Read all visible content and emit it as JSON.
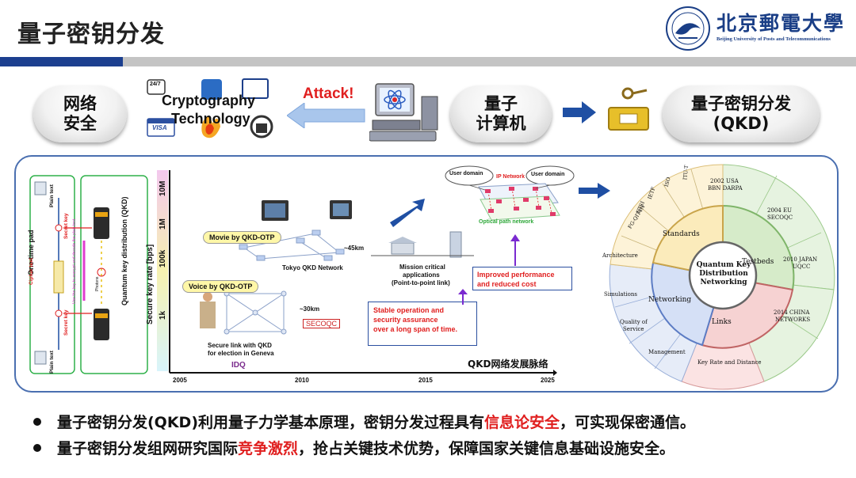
{
  "header": {
    "title": "量子密钥分发",
    "logo_name": "北京郵電大學",
    "logo_subtitle": "Beijing University of Posts and Telecommunications"
  },
  "top_row": {
    "pill_network_security": "网络\n安全",
    "crypto_label_1": "Cryptography",
    "crypto_label_2": "Technology",
    "crypto_badge": "24/7",
    "visa_label": "VISA",
    "attack_label": "Attack!",
    "pill_quantum_computer": "量子\n计算机",
    "pill_qkd": "量子密钥分发\n(QKD)"
  },
  "left_diagram": {
    "one_time_pad": "One-time pad",
    "qkd_label": "Quantum key distribution (QKD)",
    "plain_text_top": "Plain text",
    "plain_text_bottom": "Plain text",
    "cipher_text": "Cipher text",
    "secret_key_top": "Secret key",
    "secret_key_bottom": "Secret key",
    "use_key_note": "Use the key to encrypt and decode the plain text.",
    "photons": "Photons"
  },
  "timeline": {
    "ylabel": "Secure key rate [bps]",
    "y_ticks": [
      "1k",
      "100k",
      "1M",
      "10M"
    ],
    "x_ticks": [
      "2005",
      "2010",
      "2015",
      "2025"
    ],
    "caption": "QKD网络发展脉络",
    "movie": "Movie by QKD-OTP",
    "voice": "Voice by QKD-OTP",
    "tokyo": "Tokyo QKD Network",
    "dist_45": "~45km",
    "dist_30": "~30km",
    "secoqc": "SECOQC",
    "geneva_1": "Secure link with QKD",
    "geneva_2": "for election in Geneva",
    "idq": "IDQ",
    "mission_1": "Mission critical",
    "mission_2": "applications",
    "mission_3": "(Point-to-point link)",
    "stable_1": "Stable operation and",
    "stable_2": "security assurance",
    "stable_3": "over a long span of time.",
    "improved_1": "Improved performance",
    "improved_2": "and reduced cost",
    "user_domain_left": "User domain",
    "user_domain_right": "User domain",
    "ip_network": "IP Network",
    "optical_network": "Optical path network"
  },
  "wheel": {
    "center_1": "Quantum Key",
    "center_2": "Distribution",
    "center_3": "Networking",
    "inner": [
      "Standards",
      "Testbeds",
      "Links",
      "Networking"
    ],
    "outer_standards": [
      "FG-QIT4N",
      "ETSI",
      "IETF",
      "ISO",
      "ITU-T"
    ],
    "outer_testbeds": [
      "2002 USA",
      "BBN DARPA",
      "2004 EU",
      "SECOQC",
      "2010 JAPAN",
      "UQCC",
      "2014 CHINA",
      "NETWORKS"
    ],
    "outer_links": "Key Rate and Distance",
    "outer_networking": [
      "Architecture",
      "Simulations",
      "Quality of",
      "Service",
      "Management"
    ]
  },
  "bullets": {
    "b1_part1": "量子密钥分发(QKD)利用量子力学基本原理，密钥分发过程具有",
    "b1_red": "信息论安全",
    "b1_part2": "，可实现保密通信。",
    "b2_part1": "量子密钥分发组网研究国际",
    "b2_red": "竞争激烈",
    "b2_part2": "，抢占关键技术优势，保障国家关键信息基础设施安全。"
  },
  "colors": {
    "brand_blue": "#1c3f8f",
    "accent_red": "#e01f1f",
    "arrow_blue": "#1f4fa3"
  }
}
